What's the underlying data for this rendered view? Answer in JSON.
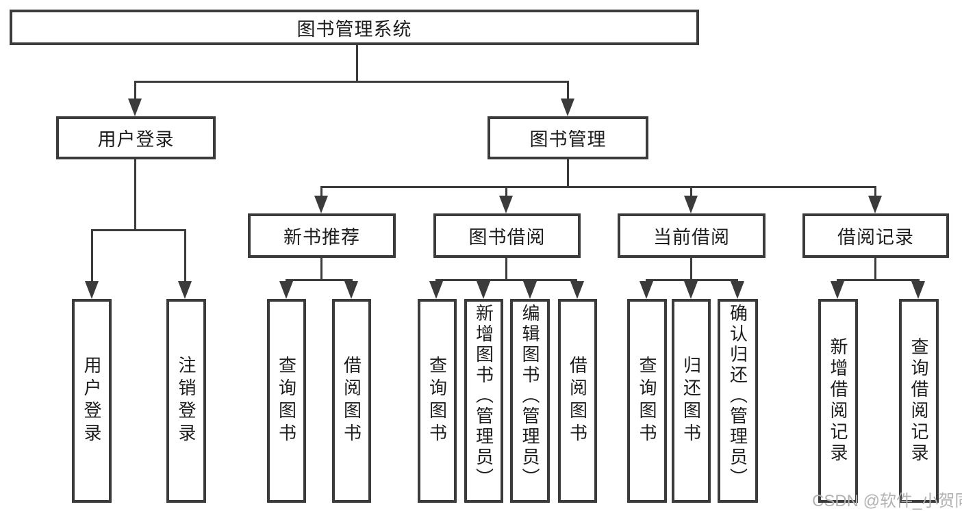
{
  "diagram_title": "图书管理系统",
  "colors": {
    "line": "#3b3b3b",
    "text": "#1d1d1d",
    "watermark": "#b2b2b2",
    "background": "#ffffff"
  },
  "nodes": {
    "root": "图书管理系统",
    "user_login": "用户登录",
    "book_management": "图书管理",
    "new_book_recommend": "新书推荐",
    "book_borrow": "图书借阅",
    "current_borrow": "当前借阅",
    "borrow_record": "借阅记录",
    "leaf_user_login": "用户登录",
    "leaf_logout": "注销登录",
    "leaf_nb_query_books": "查询图书",
    "leaf_nb_borrow_books": "借阅图书",
    "leaf_bb_query_books": "查询图书",
    "leaf_bb_add_books": "新增图书（管理员）",
    "leaf_bb_edit_books": "编辑图书（管理员）",
    "leaf_bb_borrow_books": "借阅图书",
    "leaf_cb_query_books": "查询图书",
    "leaf_cb_return_books": "归还图书",
    "leaf_cb_confirm_return": "确认归还（管理员）",
    "leaf_br_add_record": "新增借阅记录",
    "leaf_br_query_record": "查询借阅记录"
  },
  "watermark": "CSDN @软件_小贺同学"
}
